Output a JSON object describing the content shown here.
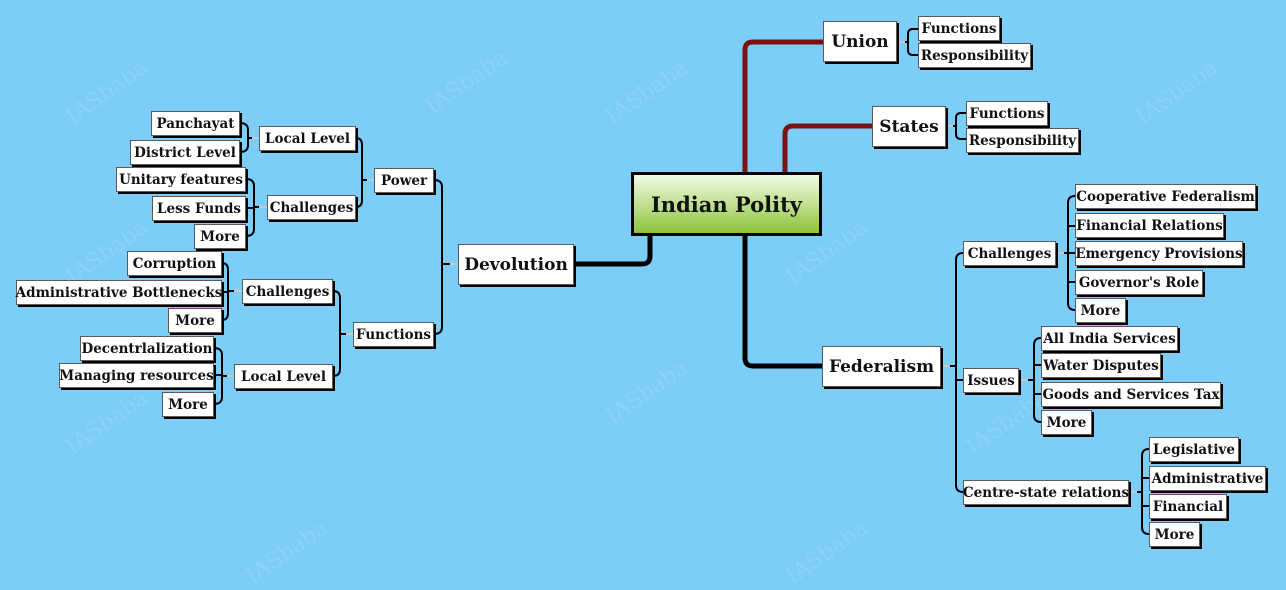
{
  "watermark": "IASbaba",
  "center": "Indian Polity",
  "union": {
    "label": "Union",
    "children": [
      "Functions",
      "Responsibility"
    ]
  },
  "states": {
    "label": "States",
    "children": [
      "Functions",
      "Responsibility"
    ]
  },
  "federalism": {
    "label": "Federalism",
    "challenges": {
      "label": "Challenges",
      "children": [
        "Cooperative Federalism",
        "Financial Relations",
        "Emergency Provisions",
        "Governor's Role",
        "More"
      ]
    },
    "issues": {
      "label": "Issues",
      "children": [
        "All India Services",
        "Water Disputes",
        "Goods and Services Tax",
        "More"
      ]
    },
    "centre_state": {
      "label": "Centre-state relations",
      "children": [
        "Legislative",
        "Administrative",
        "Financial",
        "More"
      ]
    }
  },
  "devolution": {
    "label": "Devolution",
    "power": {
      "label": "Power",
      "local_level": {
        "label": "Local Level",
        "children": [
          "Panchayat",
          "District Level"
        ]
      },
      "challenges": {
        "label": "Challenges",
        "children": [
          "Unitary features",
          "Less Funds",
          "More"
        ]
      }
    },
    "functions": {
      "label": "Functions",
      "challenges": {
        "label": "Challenges",
        "children": [
          "Corruption",
          "Administrative Bottlenecks",
          "More"
        ]
      },
      "local_level": {
        "label": "Local Level",
        "children": [
          "Decentrlalization",
          "Managing resources",
          "More"
        ]
      }
    }
  },
  "colors": {
    "background": "#7ccdf7",
    "branch_dark_red": "#7a1212",
    "branch_black": "#000000",
    "center_fill": "#a6d35a"
  }
}
